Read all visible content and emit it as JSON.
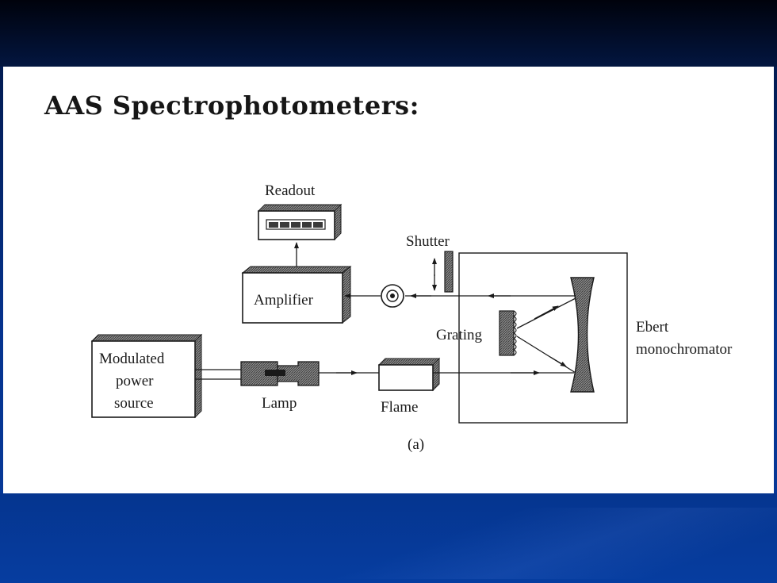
{
  "slide": {
    "title": "AAS Spectrophotometers:"
  },
  "diagram": {
    "labels": {
      "readout": "Readout",
      "shutter": "Shutter",
      "amplifier": "Amplifier",
      "grating": "Grating",
      "ebert_line1": "Ebert",
      "ebert_line2": "monochromator",
      "modulated_line1": "Modulated",
      "modulated_line2": "power",
      "modulated_line3": "source",
      "lamp": "Lamp",
      "flame": "Flame",
      "caption": "(a)"
    }
  },
  "colors": {
    "slide_background": "#063b9c",
    "panel_background": "#ffffff",
    "ink": "#1a1a1a",
    "hatch": "#6a6a6a"
  }
}
